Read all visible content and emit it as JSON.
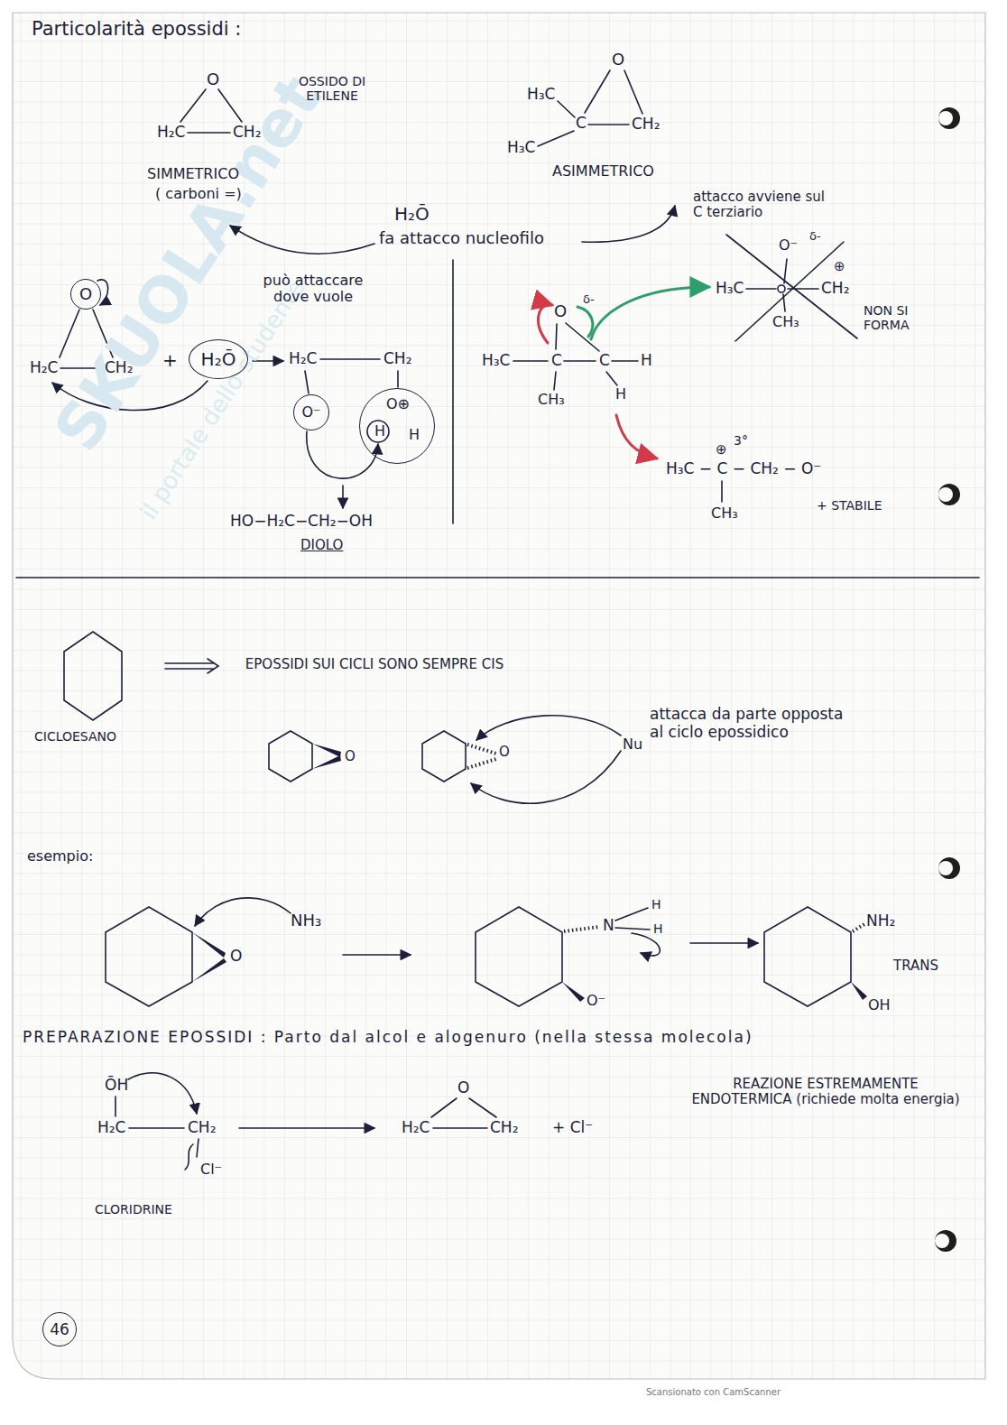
{
  "diagram": {
    "title": "Particolarità epossidi :",
    "nodes": [
      {
        "text": [
          "O"
        ]
      },
      {
        "text": [
          "H₂Ō"
        ]
      },
      {
        "text": [
          "O⁻"
        ]
      },
      {
        "text": [
          "O⊕",
          "H",
          "H"
        ]
      },
      {
        "text": [
          "46"
        ]
      }
    ],
    "labels": [
      "OSSIDO DI ETILENE",
      "O",
      "H₂C",
      "CH₂",
      "SIMMETRICO",
      "( carboni =)",
      "O",
      "H₃C",
      "C",
      "CH₂",
      "H₃C",
      "ASIMMETRICO",
      "attacco avviene sul C terziario",
      "H₂Ō",
      "fa attacco nucleofilo",
      "può attaccare dove vuole",
      "H₂C",
      "CH₂",
      "+",
      "H₂C",
      "CH₂",
      "HO−H₂C−CH₂−OH",
      "DIOLO",
      "O",
      "δ-",
      "H₃C",
      "C",
      "C",
      "H",
      "CH₃",
      "H",
      "O⁻",
      "δ-",
      "H₃C",
      "⊕",
      "CH₂",
      "CH₃",
      "NON SI FORMA",
      "⊕",
      "3°",
      "H₃C − C − CH₂ − O⁻",
      "CH₃",
      "+ STABILE",
      "CICLOESANO",
      "EPOSSIDI SUI CICLI SONO SEMPRE CIS",
      "O",
      "O",
      "Nu",
      "attacca da parte opposta al ciclo epossidico",
      "esempio:",
      "O",
      "NH₃",
      "N",
      "H",
      "H",
      "O⁻",
      "NH₂",
      "OH",
      "TRANS",
      "PREPARAZIONE EPOSSIDI : Parto dal alcol e alogenuro (nella stessa molecola)",
      "ŌH",
      "H₂C",
      "CH₂",
      "Cl⁻",
      "CLORIDRINE",
      "O",
      "H₂C",
      "CH₂",
      "+ Cl⁻",
      "REAZIONE ESTREMAMENTE ENDOTERMICA (richiede molta energia)",
      "Scansionato con CamScanner",
      "SKUOLA.net",
      "il portale dello studente"
    ]
  }
}
